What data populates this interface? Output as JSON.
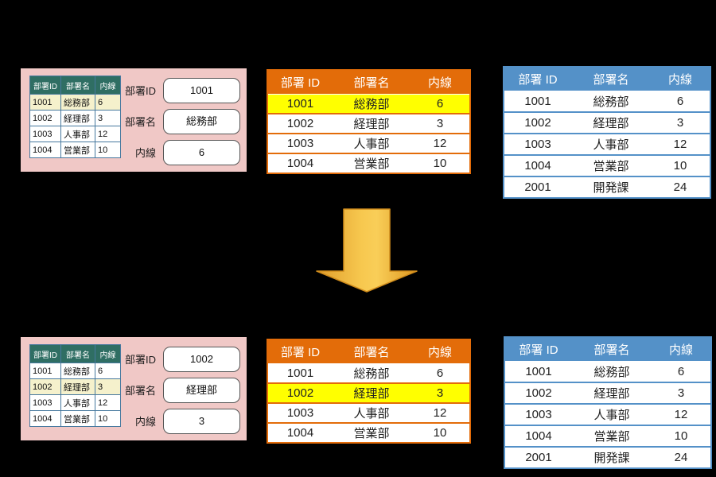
{
  "tables": {
    "mini": {
      "headers": [
        "部署ID",
        "部署名",
        "内線"
      ],
      "rows": [
        [
          "1001",
          "総務部",
          "6"
        ],
        [
          "1002",
          "経理部",
          "3"
        ],
        [
          "1003",
          "人事部",
          "12"
        ],
        [
          "1004",
          "営業部",
          "10"
        ]
      ]
    },
    "orange": {
      "headers": [
        "部署 ID",
        "部署名",
        "内線"
      ],
      "rows": [
        [
          "1001",
          "総務部",
          "6"
        ],
        [
          "1002",
          "経理部",
          "3"
        ],
        [
          "1003",
          "人事部",
          "12"
        ],
        [
          "1004",
          "営業部",
          "10"
        ]
      ]
    },
    "blue": {
      "headers": [
        "部署 ID",
        "部署名",
        "内線"
      ],
      "rows": [
        [
          "1001",
          "総務部",
          "6"
        ],
        [
          "1002",
          "経理部",
          "3"
        ],
        [
          "1003",
          "人事部",
          "12"
        ],
        [
          "1004",
          "営業部",
          "10"
        ],
        [
          "2001",
          "開発課",
          "24"
        ]
      ]
    }
  },
  "top": {
    "selected_row": 0,
    "form": {
      "fields": [
        {
          "label": "部署ID",
          "value": "1001"
        },
        {
          "label": "部署名",
          "value": "総務部"
        },
        {
          "label": "内線",
          "value": "6"
        }
      ]
    }
  },
  "bottom": {
    "selected_row": 1,
    "form": {
      "fields": [
        {
          "label": "部署ID",
          "value": "1002"
        },
        {
          "label": "部署名",
          "value": "経理部"
        },
        {
          "label": "内線",
          "value": "3"
        }
      ]
    }
  },
  "arrow": {
    "direction": "down"
  },
  "colors": {
    "background": "#000000",
    "panel_pink": "#F0C8C6",
    "mini_header_teal": "#2F6E63",
    "mini_border": "#46789E",
    "mini_highlight_cream": "#F5F1CC",
    "orange_accent": "#E36C09",
    "highlight_yellow": "#FFFF00",
    "blue_accent": "#5491C8",
    "arrow_gold_light": "#F7C84F",
    "arrow_gold_dark": "#DF9B28",
    "field_border_gray": "#565656"
  }
}
